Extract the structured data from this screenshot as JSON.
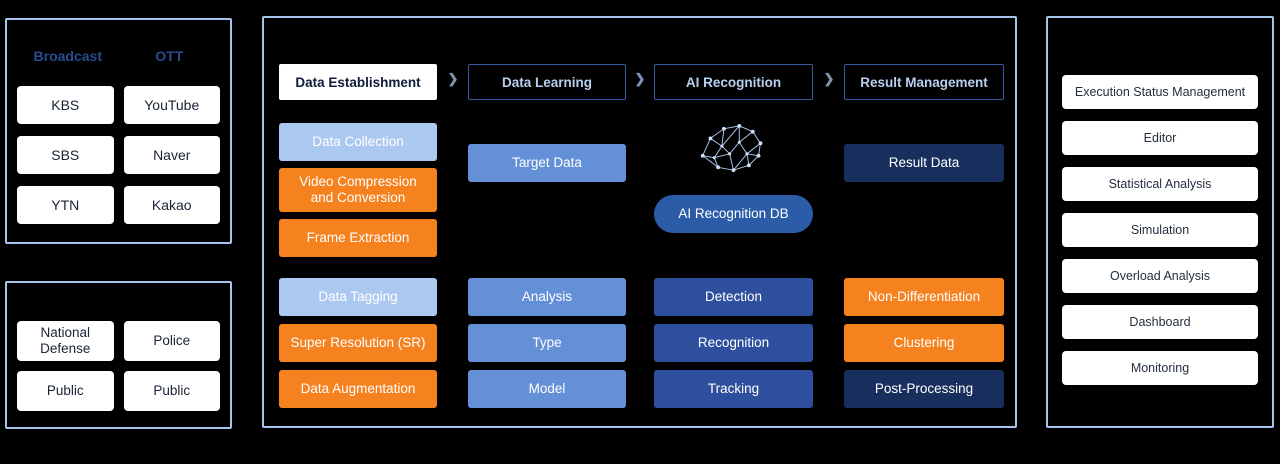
{
  "colors": {
    "bg": "#000000",
    "panel-border": "#A6C3EC",
    "orange": "#F5821F",
    "light-blue": "#ABC8F0",
    "mid-blue": "#6390D6",
    "dark-blue": "#2E4F9E",
    "navy": "#182F5E",
    "pill-blue": "#2C5CA8",
    "stage-text": "#B9CFF0",
    "stage-border": "#35599E",
    "label-blue": "#2B4B8F",
    "arrow": "#8193B2"
  },
  "sources_panel": {
    "headers": [
      "Broadcast",
      "OTT"
    ],
    "rows": [
      [
        "KBS",
        "YouTube"
      ],
      [
        "SBS",
        "Naver"
      ],
      [
        "YTN",
        "Kakao"
      ]
    ]
  },
  "sectors_panel": {
    "rows": [
      [
        "National Defense",
        "Police"
      ],
      [
        "Public",
        "Public"
      ]
    ]
  },
  "pipeline": {
    "arrow": "❯",
    "stages": [
      "Data Establishment",
      "Data Learning",
      "AI Recognition",
      "Result Management"
    ],
    "establishment": {
      "group1": [
        "Data Collection",
        "Video Compression and Conversion",
        "Frame Extraction"
      ],
      "group2": [
        "Data Tagging",
        "Super Resolution (SR)",
        "Data Augmentation"
      ]
    },
    "learning": {
      "top": "Target Data",
      "group": [
        "Analysis",
        "Type",
        "Model"
      ]
    },
    "recognition": {
      "db": "AI Recognition DB",
      "group": [
        "Detection",
        "Recognition",
        "Tracking"
      ]
    },
    "result": {
      "top": "Result Data",
      "group": [
        "Non-Differentiation",
        "Clustering",
        "Post-Processing"
      ]
    }
  },
  "management_panel": {
    "items": [
      "Execution Status Management",
      "Editor",
      "Statistical Analysis",
      "Simulation",
      "Overload Analysis",
      "Dashboard",
      "Monitoring"
    ]
  }
}
